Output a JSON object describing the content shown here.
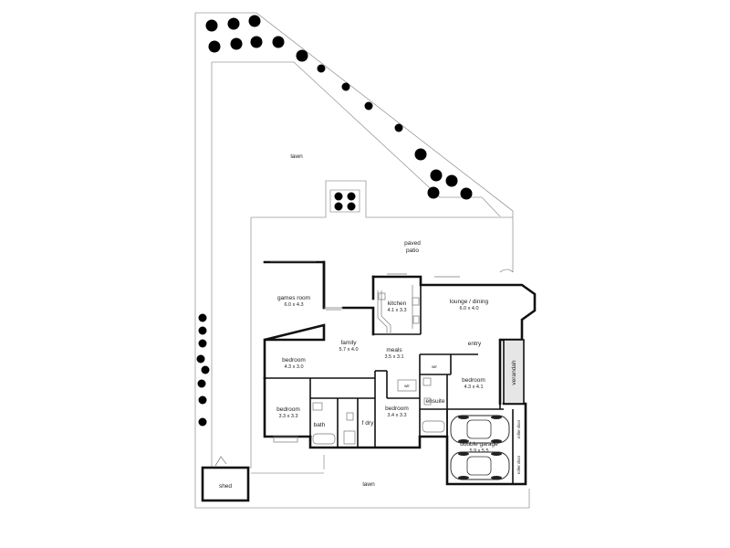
{
  "rooms": {
    "lawn_north": "lawn",
    "paved_patio": [
      "paved",
      "patio"
    ],
    "games_room": {
      "name": "games room",
      "size": "6.0 x 4.3"
    },
    "kitchen": {
      "name": "kitchen",
      "size": "4.1 x 3.3"
    },
    "lounge_dining": {
      "name": "lounge / dining",
      "size": "6.0 x 4.0"
    },
    "family": {
      "name": "family",
      "size": "5.7 x 4.0"
    },
    "meals": {
      "name": "meals",
      "size": "3.5 x 3.1"
    },
    "entry": "entry",
    "bedroom_west": {
      "name": "bedroom",
      "size": "4.3 x 3.0"
    },
    "bedroom_southwest": {
      "name": "bedroom",
      "size": "3.3 x 3.3"
    },
    "bath": "bath",
    "dry": "f dry",
    "bedroom_central": {
      "name": "bedroom",
      "size": "3.4 x 3.3"
    },
    "wir_top": "wir",
    "wir_central": "wir",
    "ensuite": "ensuite",
    "bedroom_master": {
      "name": "bedroom",
      "size": "4.3 x 4.1"
    },
    "verandah": "verandah",
    "double_garage": {
      "name": "double garage",
      "size": "5.9 x 5.5"
    },
    "roller_door_1": "roller door",
    "roller_door_2": "roller door",
    "shed": "shed",
    "lawn_south": "lawn"
  }
}
